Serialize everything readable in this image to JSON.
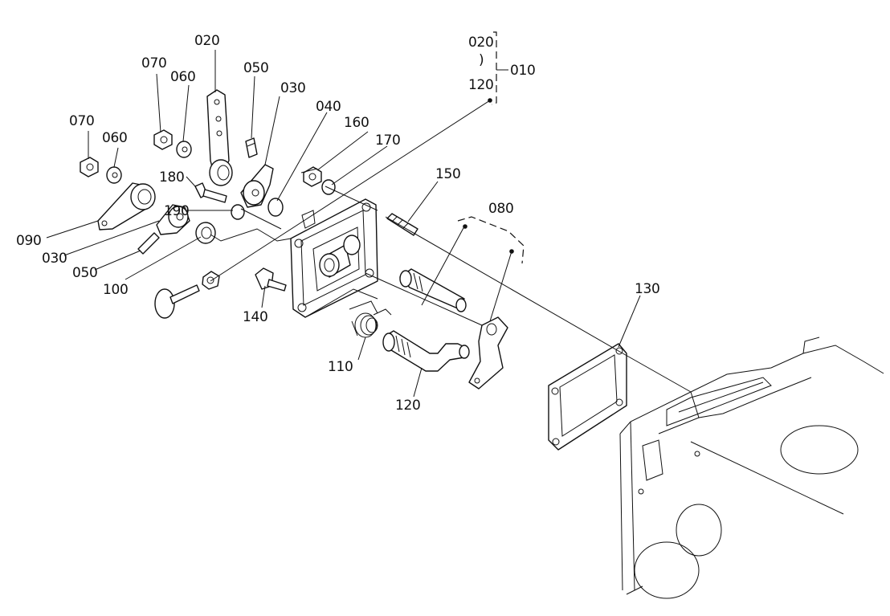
{
  "labels": {
    "010": "010",
    "020_top": "020",
    "020_group": "020",
    "tilde": ")",
    "120_group": "120",
    "070_a": "070",
    "070_b": "070",
    "060_a": "060",
    "060_b": "060",
    "050_a": "050",
    "050_b": "050",
    "030_a": "030",
    "030_b": "030",
    "040": "040",
    "160": "160",
    "170": "170",
    "180": "180",
    "190": "190",
    "150": "150",
    "080": "080",
    "090": "090",
    "100": "100",
    "140": "140",
    "130": "130",
    "110": "110",
    "120_bottom": "120"
  },
  "colors": {
    "ink": "#111111",
    "paper": "#ffffff"
  }
}
